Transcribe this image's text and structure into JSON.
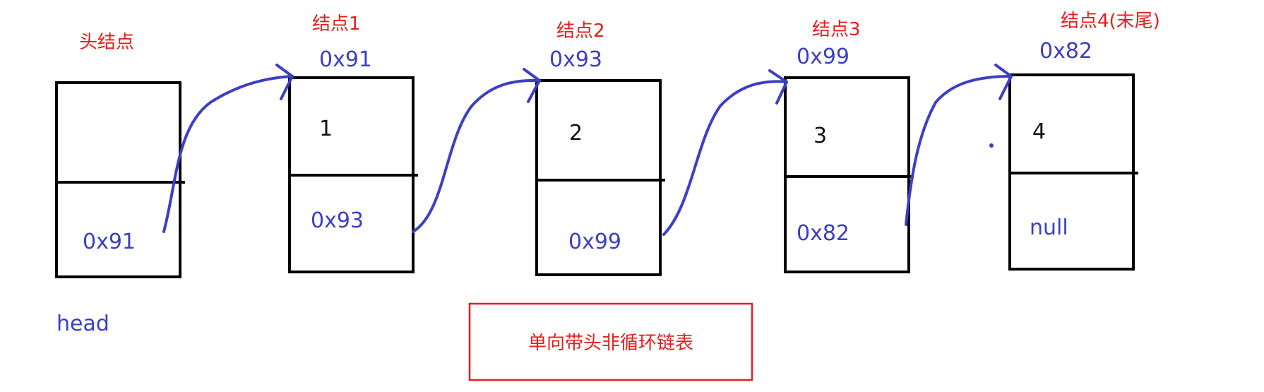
{
  "head_node": {
    "title": "头结点",
    "next": "0x91",
    "label": "head"
  },
  "nodes": [
    {
      "title": "结点1",
      "address": "0x91",
      "value": "1",
      "next": "0x93"
    },
    {
      "title": "结点2",
      "address": "0x93",
      "value": "2",
      "next": "0x99"
    },
    {
      "title": "结点3",
      "address": "0x99",
      "value": "3",
      "next": "0x82"
    },
    {
      "title": "结点4(末尾)",
      "address": "0x82",
      "value": "4",
      "next": "null"
    }
  ],
  "caption": "单向带头非循环链表",
  "colors": {
    "label_red": "#e81c1c",
    "pointer_blue": "#3b3fc4",
    "box_black": "#000000"
  }
}
